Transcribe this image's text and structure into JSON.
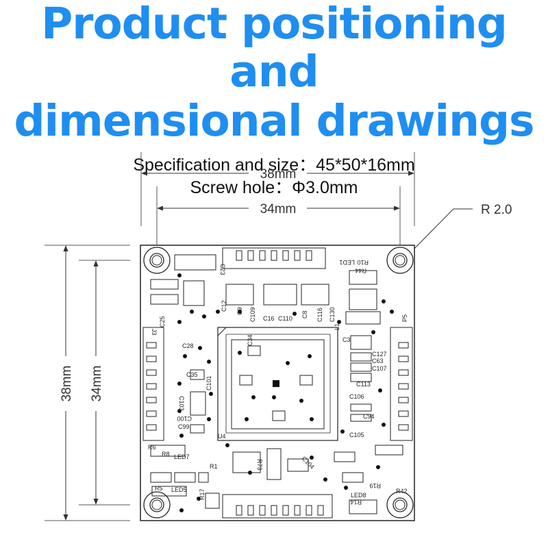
{
  "header": {
    "title_line1": "Product positioning and",
    "title_line2": "dimensional drawings",
    "spec_size": "Specification and size：45*50*16mm",
    "spec_hole": "Screw hole：Φ3.0mm"
  },
  "dimensions": {
    "outer_width": "38mm",
    "inner_width": "34mm",
    "outer_height": "38mm",
    "inner_height": "34mm",
    "corner_radius": "R 2.0"
  },
  "silkscreen": {
    "labels": [
      "C23",
      "LED1",
      "R10",
      "R44",
      "C12",
      "C9",
      "C109",
      "C16",
      "C110",
      "C8",
      "C116",
      "C130",
      "L1",
      "P5",
      "C25",
      "J3",
      "C28",
      "C3",
      "C127",
      "C63",
      "C107",
      "C113",
      "C101",
      "C103",
      "C100",
      "C99",
      "C35",
      "C34",
      "C106",
      "C94",
      "C105",
      "U4",
      "R6",
      "R8",
      "R73",
      "C104",
      "R14",
      "LED8",
      "R42",
      "R5",
      "LED5",
      "R17",
      "LED7",
      "R19",
      "R1"
    ]
  },
  "colors": {
    "title": "#1f8ef1",
    "text": "#111111",
    "line": "#333333"
  }
}
